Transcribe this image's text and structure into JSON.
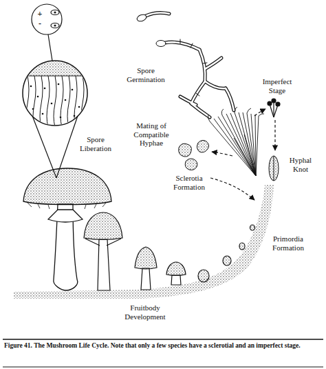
{
  "diagram": {
    "caption": "Figure 41. The Mushroom Life Cycle. Note that only a few species have a sclerotial and an imperfect stage.",
    "labels": [
      "+",
      "-",
      "Spore Germination",
      "Imperfect Stage",
      "Mating of Compatible Hyphae",
      "Spore Liberation",
      "Hyphal Knot",
      "Sclerotia Formation",
      "Primordia Formation",
      "Fruitbody Development"
    ]
  }
}
